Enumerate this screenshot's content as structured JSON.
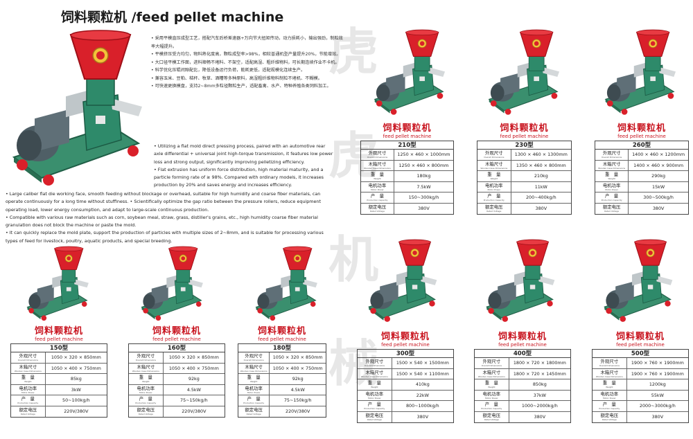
{
  "header": {
    "title": "饲料颗粒机 /feed  pellet machine"
  },
  "intro_cn": [
    "• 采用平模直压成型工艺，搭配汽车后桥差速器+万向节大扭矩传动，动力损耗小，输出强劲，制粒效率大幅提升。",
    "• 平模挤压受力均匀，物料熟化度高，颗粒成型率>98%，相较普通机型产量提升20%，节能增效。",
    "• 大口径平模工作面，进料顺畅不堵料、不架空，适配高湿、粗纤维物料，可长期连续作业不卡机。",
    "• 科学优化压辊间隙配比，降低设备运行负荷，能耗更低，适配规模化连续生产。",
    "• 兼容玉米、豆粕、秸秆、牧草、酒糟等多种原料，高湿粗纤维物料制粒不堵机、不糊模。",
    "• 可快速更换模盘，支持2~8mm多粒径颗粒生产，适配畜禽、水产、特种养殖各类饲料加工。"
  ],
  "intro_en": [
    "• Utilizing a flat mold direct pressing process, paired with an automotive rear",
    "axle differential + universal joint high-torque transmission, it features low power",
    "loss and strong output, significantly improving pelletizing efficiency.",
    "• Flat extrusion has uniform force distribution, high material maturity, and a",
    "particle forming rate of ≥ 98%. Compared with ordinary models, it increases",
    "production by 20% and saves energy and increases efficiency.",
    "• Large caliber flat die working face, smooth feeding without blockage or overhead, suitable for high humidity and coarse fiber materials, can",
    "operate continuously for a long time without stuffiness. • Scientifically optimize the gap ratio between the pressure rollers, reduce equipment",
    "operating load, lower energy consumption, and adapt to large-scale continuous production.",
    "• Compatible with various raw materials such as corn, soybean meal, straw, grass, distiller's grains, etc., high humidity coarse fiber material",
    "granulation does not block the machine or paste the mold.",
    "• It can quickly replace the mold plate, support the production of particles with multiple sizes of 2~8mm, and is suitable for processing various",
    "types of feed for livestock, poultry, aquatic products, and special breeding."
  ],
  "watermark": [
    "虎",
    "虎",
    "机",
    "械"
  ],
  "labels": {
    "cn_name": "饲料颗粒机",
    "en_name": "feed pellet machine",
    "dims": "外观尺寸",
    "dims_en": "Overall Dimensions",
    "box": "木箱尺寸",
    "box_en": "Wooden Case Dimensions",
    "weight": "重　量",
    "weight_en": "Weight",
    "power": "电机功率",
    "power_en": "Motor Power",
    "output": "产　量",
    "output_en": "Production Capacity",
    "voltage": "额定电压",
    "voltage_en": "Rated Voltage"
  },
  "models": [
    {
      "model": "210型",
      "dims": "1250 × 460 × 1000mm",
      "box": "1250 × 460 × 800mm",
      "weight": "180kg",
      "power": "7.5kW",
      "output": "150~300kg/h",
      "voltage": "380V"
    },
    {
      "model": "230型",
      "dims": "1300 × 460 × 1300mm",
      "box": "1350 × 460 × 800mm",
      "weight": "210kg",
      "power": "11kW",
      "output": "200~400kg/h",
      "voltage": "380V"
    },
    {
      "model": "260型",
      "dims": "1400 × 460 × 1200mm",
      "box": "1400 × 460 × 900mm",
      "weight": "290kg",
      "power": "15kW",
      "output": "300~500kg/h",
      "voltage": "380V"
    },
    {
      "model": "150型",
      "dims": "1050 × 320 × 850mm",
      "box": "1050 × 400 × 750mm",
      "weight": "85kg",
      "power": "3kW",
      "output": "50~100kg/h",
      "voltage": "220V/380V"
    },
    {
      "model": "160型",
      "dims": "1050 × 320 × 850mm",
      "box": "1050 × 400 × 750mm",
      "weight": "92kg",
      "power": "4.5kW",
      "output": "75~150kg/h",
      "voltage": "220V/380V"
    },
    {
      "model": "180型",
      "dims": "1050 × 320 × 850mm",
      "box": "1050 × 400 × 750mm",
      "weight": "92kg",
      "power": "4.5kW",
      "output": "75~150kg/h",
      "voltage": "220V/380V"
    },
    {
      "model": "300型",
      "dims": "1500 × 540 × 1500mm",
      "box": "1500 × 540 × 1100mm",
      "weight": "410kg",
      "power": "22kW",
      "output": "800~1000kg/h",
      "voltage": "380V"
    },
    {
      "model": "400型",
      "dims": "1800 × 720 × 1800mm",
      "box": "1800 × 720 × 1450mm",
      "weight": "850kg",
      "power": "37kW",
      "output": "1000~2000kg/h",
      "voltage": "380V"
    },
    {
      "model": "500型",
      "dims": "1900 × 760 × 1900mm",
      "box": "1900 × 760 × 1900mm",
      "weight": "1200kg",
      "power": "55kW",
      "output": "2000~3000kg/h",
      "voltage": "380V"
    }
  ],
  "colors": {
    "accent": "#c8121d",
    "hopper": "#d9202a",
    "body": "#2e8a6a",
    "motor": "#5a6a72"
  }
}
